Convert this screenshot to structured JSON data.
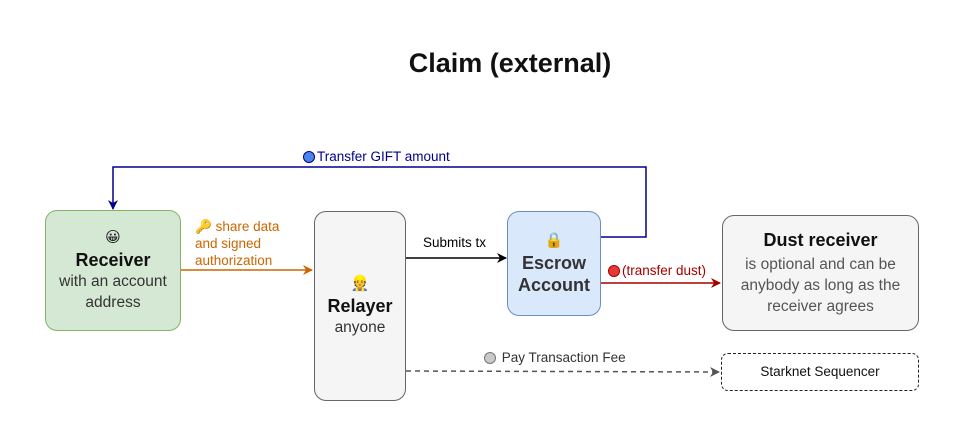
{
  "title": "Claim (external)",
  "nodes": {
    "receiver": {
      "icon": "😀",
      "name": "Receiver",
      "desc_lines": [
        "with an account",
        "address"
      ],
      "fill": "#d5e8d4",
      "stroke": "#82b366"
    },
    "relayer": {
      "icon": "👷",
      "name": "Relayer",
      "desc": "anyone",
      "fill": "#f5f5f5",
      "stroke": "#666666"
    },
    "escrow": {
      "icon": "🔒",
      "name_lines": [
        "Escrow",
        "Account"
      ],
      "fill": "#dae8fc",
      "stroke": "#6c8ebf"
    },
    "dust": {
      "name": "Dust receiver",
      "desc_lines": [
        "is optional and can be",
        "anybody as long as the",
        "receiver agrees"
      ],
      "fill": "#f5f5f5",
      "stroke": "#666666"
    },
    "sequencer": {
      "name": "Starknet Sequencer",
      "border": "dashed"
    }
  },
  "edges": {
    "transfer_gift": {
      "label": "Transfer GIFT amount",
      "color": "#00008b",
      "dot_color": "#4a86e8"
    },
    "share_data": {
      "icon": "🔑",
      "label_lines": [
        "share data",
        "and  signed",
        "authorization"
      ],
      "color": "#cc6600"
    },
    "submits_tx": {
      "label": "Submits tx",
      "color": "#000000"
    },
    "transfer_dust": {
      "label": "(transfer dust)",
      "color": "#a50000",
      "dot_color": "#e53935"
    },
    "pay_fee": {
      "label": "Pay Transaction  Fee",
      "color": "#555555",
      "dot_color": "#bbbbbb",
      "style": "dashed"
    }
  }
}
